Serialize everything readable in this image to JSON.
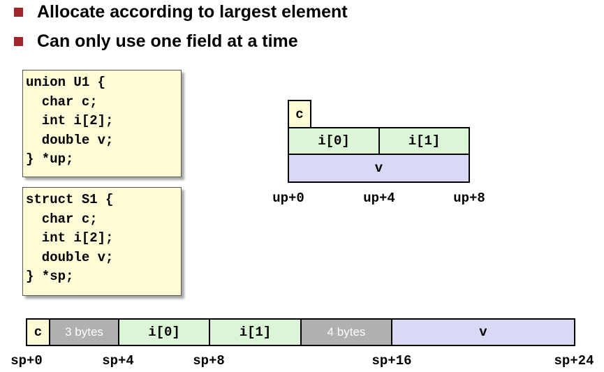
{
  "bullets": [
    "Allocate according to largest element",
    "Can only use one field at a time"
  ],
  "union_code": [
    "union U1 {",
    "  char c;",
    "  int i[2];",
    "  double v;",
    "} *up;"
  ],
  "struct_code": [
    "struct S1 {",
    "  char c;",
    "  int i[2];",
    "  double v;",
    "} *sp;"
  ],
  "union_layout": {
    "cells": {
      "c": "c",
      "i0": "i[0]",
      "i1": "i[1]",
      "v": "v"
    },
    "offsets": [
      "up+0",
      "up+4",
      "up+8"
    ]
  },
  "struct_layout": {
    "cells": {
      "c": "c",
      "pad1": "3 bytes",
      "i0": "i[0]",
      "i1": "i[1]",
      "pad2": "4 bytes",
      "v": "v"
    },
    "offsets": [
      "sp+0",
      "sp+4",
      "sp+8",
      "sp+16",
      "sp+24"
    ]
  },
  "colors": {
    "bullet": "#a0262b",
    "code_background": "#fdfcd6",
    "char_cell": "#fdfcd6",
    "int_cell": "#dcf5d6",
    "double_cell": "#d9d9f5",
    "padding_cell": "#b0b0b0"
  }
}
